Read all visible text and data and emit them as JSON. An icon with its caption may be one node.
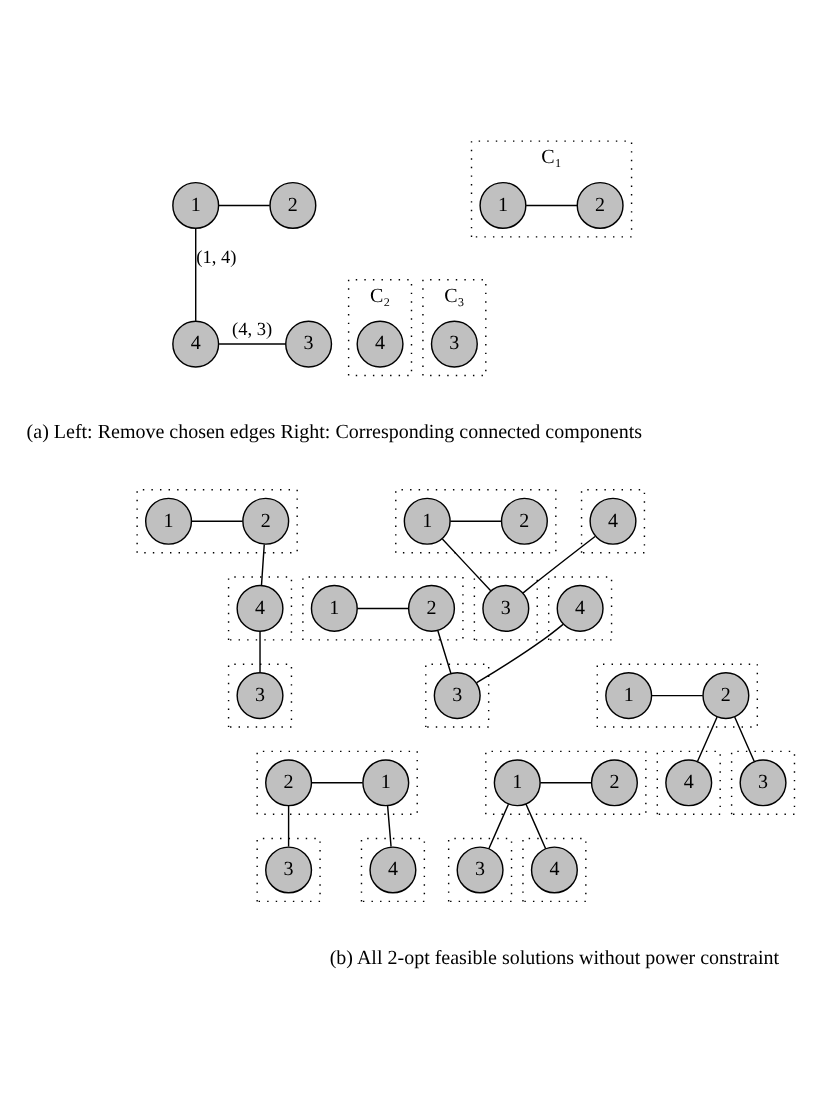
{
  "diagram": {
    "nodes": [
      {
        "text": [
          "1"
        ]
      },
      {
        "text": [
          "2"
        ]
      },
      {
        "text": [
          "4"
        ]
      },
      {
        "text": [
          "3"
        ]
      },
      {
        "text": [
          "C₁"
        ]
      },
      {
        "text": [
          "1"
        ],
        "in": 4
      },
      {
        "text": [
          "2"
        ],
        "in": 4
      },
      {
        "text": [
          "C₂"
        ]
      },
      {
        "text": [
          "4"
        ],
        "in": 7
      },
      {
        "text": [
          "C₃"
        ]
      },
      {
        "text": [
          "3"
        ],
        "in": 9
      },
      {
        "text": [],
        "shape": "box"
      },
      {
        "text": [
          "1"
        ],
        "in": 11
      },
      {
        "text": [
          "2"
        ],
        "in": 11
      },
      {
        "text": [],
        "shape": "box"
      },
      {
        "text": [
          "4"
        ],
        "in": 14
      },
      {
        "text": [],
        "shape": "box"
      },
      {
        "text": [
          "3"
        ],
        "in": 16
      },
      {
        "text": [],
        "shape": "box"
      },
      {
        "text": [
          "1"
        ],
        "in": 18
      },
      {
        "text": [
          "2"
        ],
        "in": 18
      },
      {
        "text": [],
        "shape": "box"
      },
      {
        "text": [
          "4"
        ],
        "in": 21
      },
      {
        "text": [],
        "shape": "box"
      },
      {
        "text": [
          "3"
        ],
        "in": 23
      },
      {
        "text": [],
        "shape": "box"
      },
      {
        "text": [
          "1"
        ],
        "in": 25
      },
      {
        "text": [
          "2"
        ],
        "in": 25
      },
      {
        "text": [],
        "shape": "box"
      },
      {
        "text": [
          "4"
        ],
        "in": 28
      },
      {
        "text": [],
        "shape": "box"
      },
      {
        "text": [
          "3"
        ],
        "in": 30
      },
      {
        "text": [],
        "shape": "box"
      },
      {
        "text": [
          "1"
        ],
        "in": 32
      },
      {
        "text": [
          "2"
        ],
        "in": 32
      },
      {
        "text": [],
        "shape": "box"
      },
      {
        "text": [
          "4"
        ],
        "in": 35
      },
      {
        "text": [],
        "shape": "box"
      },
      {
        "text": [
          "3"
        ],
        "in": 37
      },
      {
        "text": [],
        "shape": "box"
      },
      {
        "text": [
          "1"
        ],
        "in": 39
      },
      {
        "text": [
          "2"
        ],
        "in": 39
      },
      {
        "text": [],
        "shape": "box"
      },
      {
        "text": [
          "4"
        ],
        "in": 42
      },
      {
        "text": [],
        "shape": "box"
      },
      {
        "text": [
          "3"
        ],
        "in": 44
      },
      {
        "text": [],
        "shape": "box"
      },
      {
        "text": [
          "1"
        ],
        "in": 46
      },
      {
        "text": [
          "2"
        ],
        "in": 46
      },
      {
        "text": [],
        "shape": "box"
      },
      {
        "text": [
          "4"
        ],
        "in": 49
      },
      {
        "text": [],
        "shape": "box"
      },
      {
        "text": [
          "3"
        ],
        "in": 51
      }
    ],
    "edges": [
      {
        "from": 0,
        "to": 1,
        "arrow": "none"
      },
      {
        "from": 0,
        "to": 2,
        "arrow": "none",
        "label": "(1, 4)"
      },
      {
        "from": 2,
        "to": 3,
        "arrow": "none",
        "label": "(4, 3)"
      },
      {
        "from": 5,
        "to": 6,
        "arrow": "none"
      },
      {
        "from": 12,
        "to": 13,
        "arrow": "none"
      },
      {
        "from": 13,
        "to": 17,
        "arrow": "none"
      },
      {
        "from": 15,
        "to": 17,
        "arrow": "none"
      },
      {
        "from": 19,
        "to": 20,
        "arrow": "none"
      },
      {
        "from": 19,
        "to": 24,
        "arrow": "none"
      },
      {
        "from": 22,
        "to": 24,
        "arrow": "none"
      },
      {
        "from": 26,
        "to": 27,
        "arrow": "none"
      },
      {
        "from": 27,
        "to": 29,
        "arrow": "none"
      },
      {
        "from": 29,
        "to": 31,
        "arrow": "none"
      },
      {
        "from": 33,
        "to": 34,
        "arrow": "none"
      },
      {
        "from": 33,
        "to": 36,
        "arrow": "none"
      },
      {
        "from": 33,
        "to": 38,
        "arrow": "none"
      },
      {
        "from": 40,
        "to": 41,
        "arrow": "none"
      },
      {
        "from": 41,
        "to": 43,
        "arrow": "none"
      },
      {
        "from": 41,
        "to": 45,
        "arrow": "none"
      },
      {
        "from": 47,
        "to": 48,
        "arrow": "none"
      },
      {
        "from": 47,
        "to": 50,
        "arrow": "none"
      },
      {
        "from": 48,
        "to": 52,
        "arrow": "none"
      }
    ],
    "labels": [
      "(a) Left: Remove chosen edges Right: Corresponding connected components",
      "(b) All 2-opt feasible solutions without power constraint"
    ]
  }
}
